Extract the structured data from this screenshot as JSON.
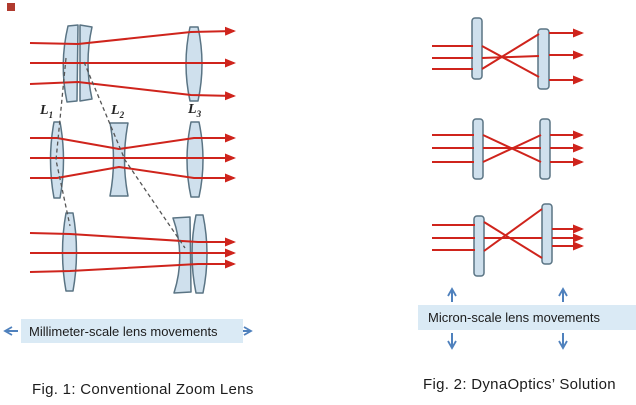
{
  "colors": {
    "ray": "#cf241c",
    "lens_fill": "#cfe0ed",
    "lens_stroke": "#5a7484",
    "blue": "#4f81bd",
    "box_fill": "#daeaf5",
    "dash": "#555555",
    "text": "#1c1c1c",
    "mark": "#b03a2e"
  },
  "fig1": {
    "caption": "Fig. 1: Conventional Zoom Lens",
    "movement_label": "Millimeter-scale lens movements",
    "lens_labels": [
      {
        "base": "L",
        "sub": "1"
      },
      {
        "base": "L",
        "sub": "2"
      },
      {
        "base": "L",
        "sub": "3"
      }
    ]
  },
  "fig2": {
    "caption": "Fig. 2: DynaOptics’ Solution",
    "movement_label": "Micron-scale lens movements"
  }
}
